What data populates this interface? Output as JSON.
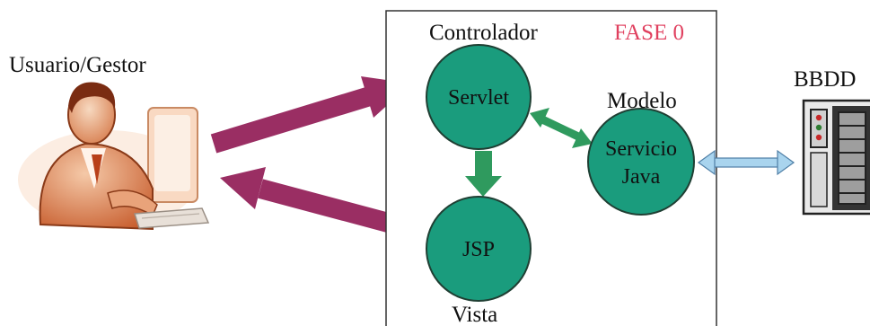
{
  "labels": {
    "user": "Usuario/Gestor",
    "controller": "Controlador",
    "phase": "FASE 0",
    "model": "Modelo",
    "view": "Vista",
    "database": "BBDD"
  },
  "nodes": {
    "servlet": "Servlet",
    "service_line1": "Servicio",
    "service_line2": "Java",
    "jsp": "JSP"
  },
  "colors": {
    "node_fill": "#1a9c7d",
    "node_stroke": "#1f3f33",
    "request_arrow": "#9a2e63",
    "internal_arrow": "#2f9a5e",
    "db_arrow": "#a9d4ee",
    "phase_text": "#e0405f"
  }
}
